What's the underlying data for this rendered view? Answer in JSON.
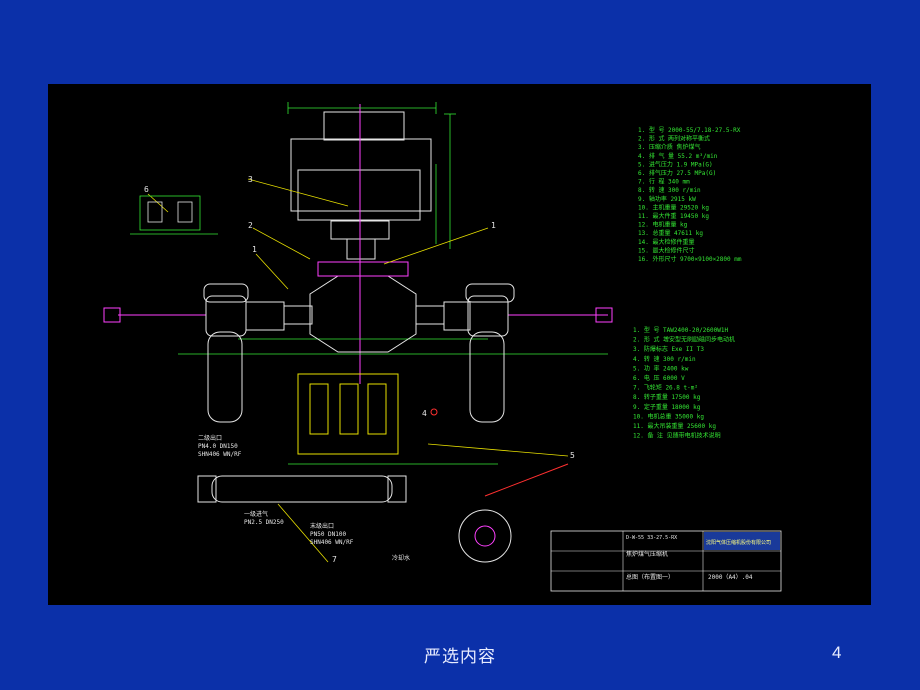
{
  "slide": {
    "footer_text": "严选内容",
    "page_number": "4"
  },
  "drawing": {
    "callouts": [
      "1",
      "2",
      "3",
      "4",
      "5",
      "6",
      "7"
    ],
    "spec_list_top": [
      "1. 型 号  2000-55/7.18-27.5-RX",
      "2. 形 式  两列对称平衡式",
      "3. 压缩介质  焦炉煤气",
      "4. 排 气 量  55.2 m³/min",
      "5. 进气压力  1.9  MPa(G)",
      "6. 排气压力  27.5  MPa(G)",
      "7. 行 程  340  mm",
      "8. 转 速  300  r/min",
      "9. 轴功率  2915  kW",
      "10. 主机重量  29520 kg",
      "11. 最大件重  19450 kg",
      "12. 电机重量  kg",
      "13. 总重量  47611 kg",
      "14. 最大检修件重量",
      "15. 最大检修件尺寸",
      "16. 外形尺寸  9700×9100×2800 mm"
    ],
    "spec_list_bottom": [
      "1. 型 号  TAW2400-20/2600W1H",
      "2. 形 式  增安型无刷励磁同步电动机",
      "3. 防爆标志  Exe II T3",
      "4. 转 速  300 r/min",
      "5. 功 率  2400 kw",
      "6. 电 压  6000 V",
      "7. 飞轮矩  26.8 t·m²",
      "8. 转子重量  17500 kg",
      "9. 定子重量  18000 kg",
      "10. 电机总重  35000 kg",
      "11. 最大吊装重量  25600 kg",
      "12. 备 注  见随带电机技术说明"
    ],
    "title_block": {
      "company": "沈阳气体压缩机股份有限公司",
      "product": "焦炉煤气压缩机",
      "code": "D-W-55  33-27.5-RX",
      "sheet": "总图（布置图一）",
      "number": "2000（A4）.04"
    },
    "pipe_labels": [
      "二级出口",
      "PN4.0 DN150",
      "SHN406 WN/RF",
      "一级进气",
      "PN2.5 DN250",
      "末级出口",
      "PN50 DN100",
      "SHN406 WN/RF",
      "冷却水"
    ]
  },
  "colors": {
    "slide_bg": "#0b30a9",
    "drawing_bg": "#000000",
    "cad_yellow": "#e8e000",
    "cad_green": "#34e834",
    "cad_white": "#e6e6e6",
    "cad_magenta": "#ff40ff",
    "cad_red": "#ff3030",
    "cad_cyan": "#30e0e0"
  }
}
